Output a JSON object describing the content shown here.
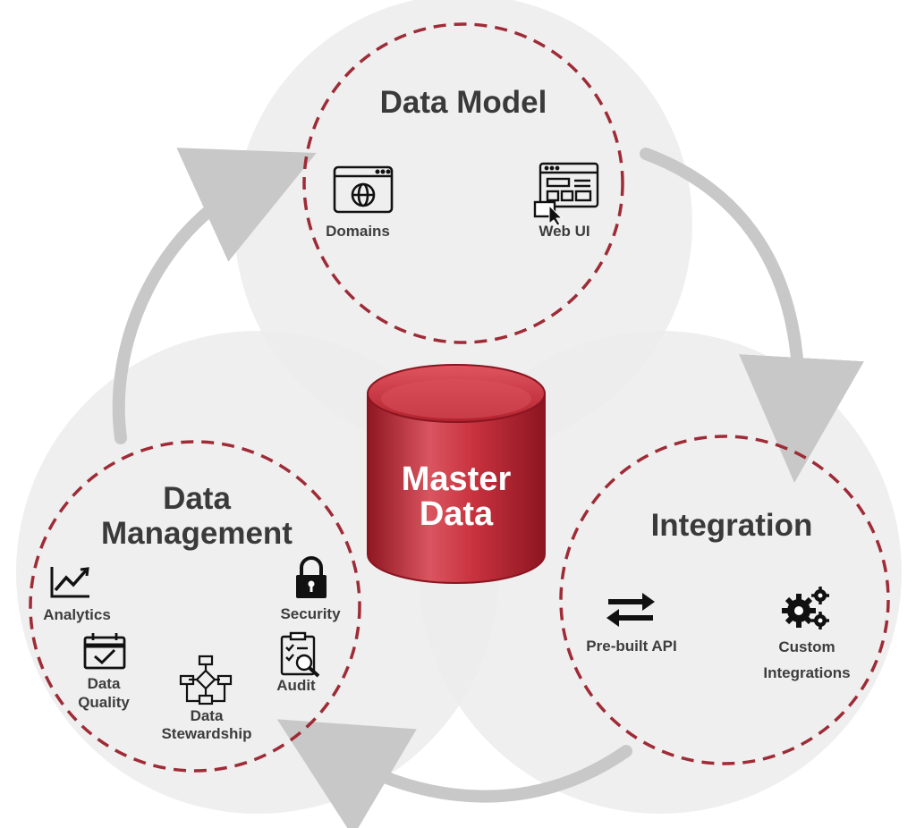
{
  "diagram": {
    "center": {
      "line1": "Master",
      "line2": "Data"
    },
    "data_model": {
      "title": "Data Model",
      "items": {
        "domains": "Domains",
        "web_ui": "Web UI"
      }
    },
    "integration": {
      "title": "Integration",
      "items": {
        "prebuilt_api": "Pre-built API",
        "custom_1": "Custom",
        "custom_2": "Integrations"
      }
    },
    "data_management": {
      "title_line1": "Data",
      "title_line2": "Management",
      "items": {
        "analytics": "Analytics",
        "security": "Security",
        "data_quality_1": "Data",
        "data_quality_2": "Quality",
        "audit": "Audit",
        "stewardship_1": "Data",
        "stewardship_2": "Stewardship"
      }
    },
    "colors": {
      "dashed_ring": "#9e2b36",
      "circle_fill": "#ececec",
      "cylinder": "#c33541",
      "arrow": "#c8c8c8",
      "text": "#3a3a3a"
    }
  }
}
